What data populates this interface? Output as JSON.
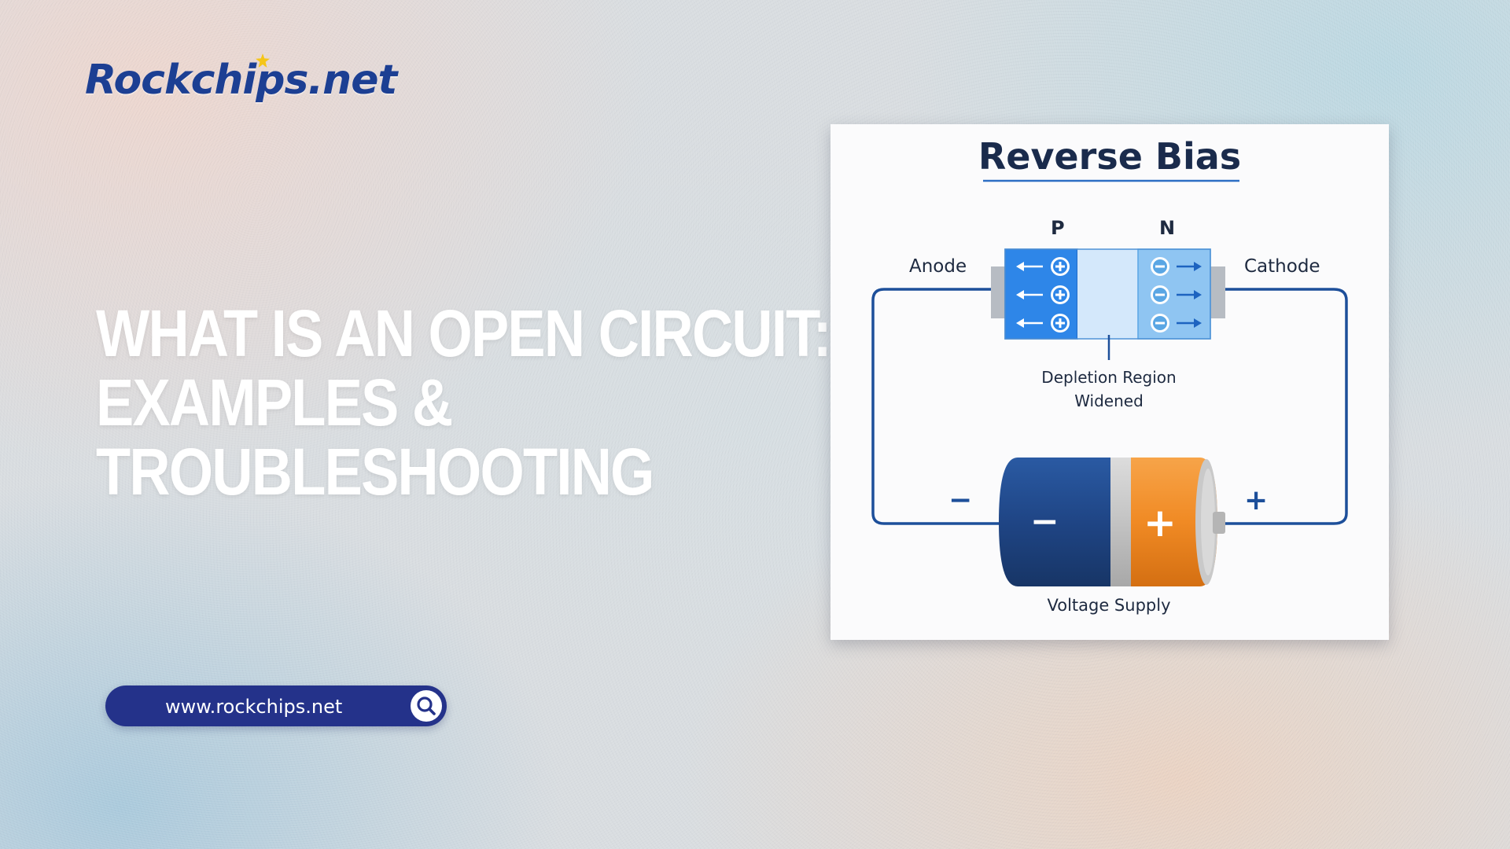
{
  "brand": {
    "logo_text": "Rockchips.net"
  },
  "headline": {
    "lines": [
      "What is an Open Circuit:",
      "Examples &",
      "Troubleshooting"
    ]
  },
  "url_bar": {
    "text": "www.rockchips.net",
    "icon": "search-icon"
  },
  "diagram": {
    "title": "Reverse Bias",
    "p_label": "P",
    "n_label": "N",
    "anode_label": "Anode",
    "cathode_label": "Cathode",
    "depletion_label_line1": "Depletion Region",
    "depletion_label_line2": "Widened",
    "battery_label": "Voltage Supply",
    "minus_sign": "−",
    "plus_sign": "+",
    "battery_minus": "−",
    "battery_plus": "+",
    "p_region_charge": "+",
    "n_region_charge": "−",
    "colors": {
      "p_region": "#2e86e8",
      "n_region": "#8fc5f2",
      "depletion": "#d4e8fb",
      "battery_negative": "#1f4585",
      "battery_positive": "#f08a24",
      "wire": "#1d4f9a"
    }
  }
}
